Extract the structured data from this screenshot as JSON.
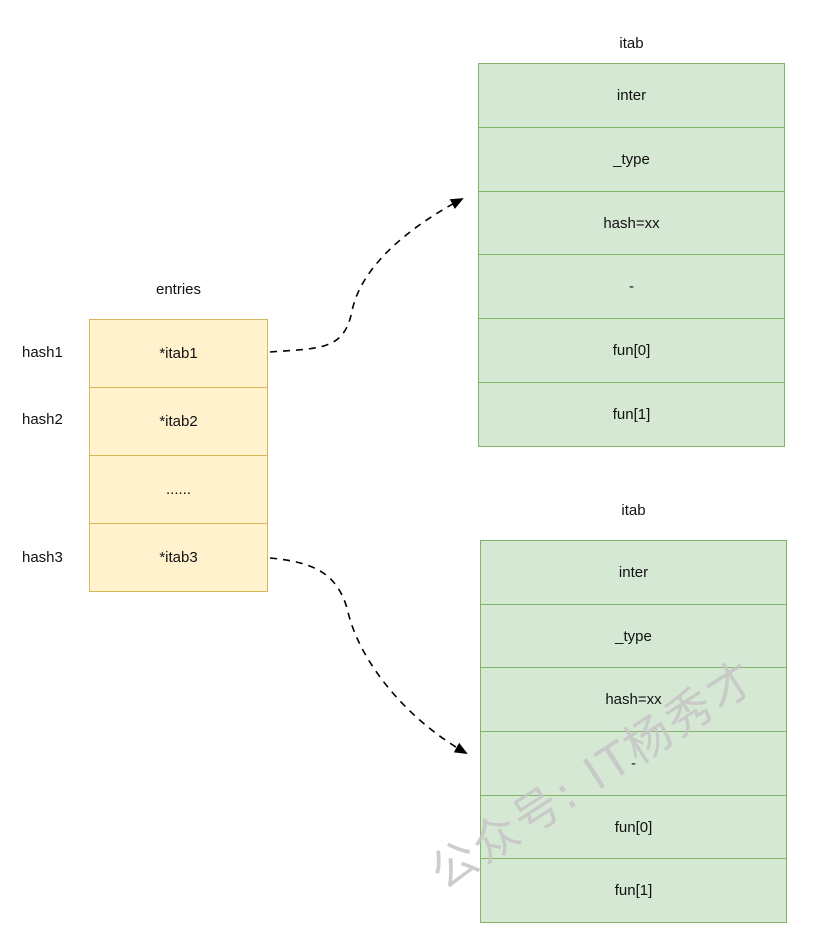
{
  "colors": {
    "entries_fill": "#fff2cc",
    "entries_stroke": "#d6b656",
    "itab_fill": "#d5e8d4",
    "itab_stroke": "#82b366",
    "arrow": "#000000",
    "watermark_gray": "#c5c5c5"
  },
  "watermark": {
    "text": "公众号: IT杨秀才"
  },
  "entries": {
    "title": "entries",
    "rows": [
      "*itab1",
      "*itab2",
      "......",
      "*itab3"
    ],
    "labels": [
      "hash1",
      "hash2",
      "hash3"
    ]
  },
  "itab_top": {
    "title": "itab",
    "rows": [
      "inter",
      "_type",
      "hash=xx",
      "-",
      "fun[0]",
      "fun[1]"
    ]
  },
  "itab_bottom": {
    "title": "itab",
    "rows": [
      "inter",
      "_type",
      "hash=xx",
      "-",
      "fun[0]",
      "fun[1]"
    ]
  }
}
